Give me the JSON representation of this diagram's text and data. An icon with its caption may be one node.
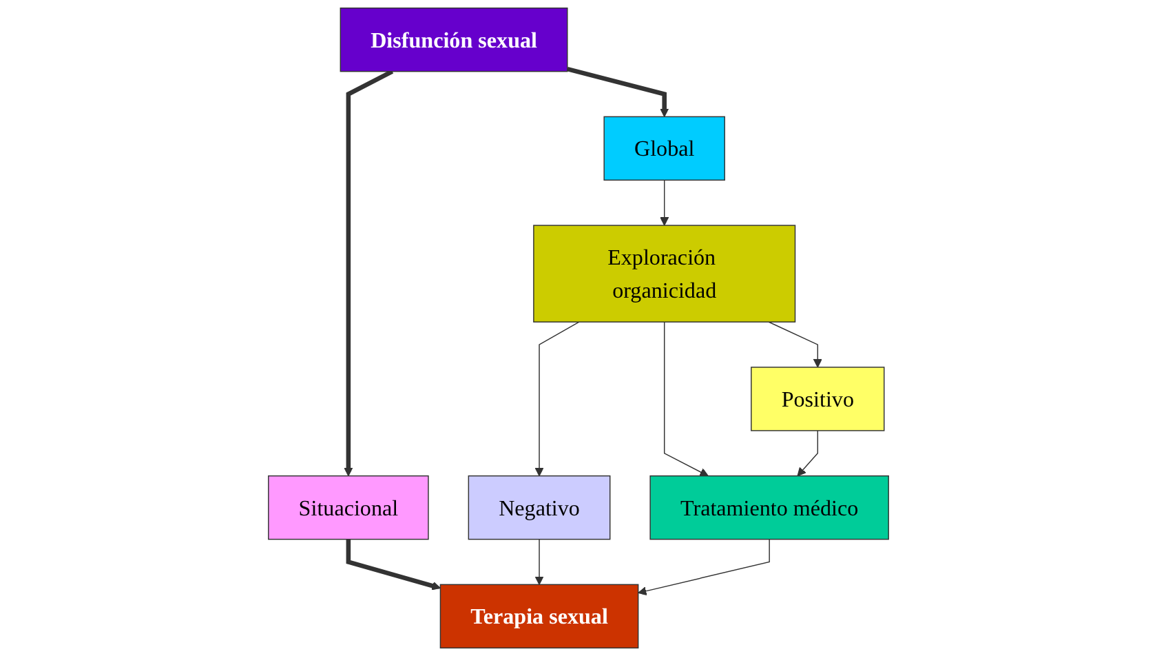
{
  "diagram": {
    "nodes": [
      {
        "text": [
          "Disfunción sexual"
        ]
      },
      {
        "text": [
          "Global"
        ]
      },
      {
        "text": [
          "Situacional"
        ]
      },
      {
        "text": [
          "Exploración organicidad"
        ]
      },
      {
        "text": [
          "Negativo"
        ]
      },
      {
        "text": [
          "Positivo"
        ]
      },
      {
        "text": [
          "Tratamiento médico"
        ]
      },
      {
        "text": [
          "Terapia sexual"
        ]
      }
    ],
    "edges": [
      {
        "from": 0,
        "to": 1,
        "arrow": "to",
        "style": "thick"
      },
      {
        "from": 0,
        "to": 2,
        "arrow": "to",
        "style": "thick"
      },
      {
        "from": 1,
        "to": 3,
        "arrow": "to"
      },
      {
        "from": 3,
        "to": 4,
        "arrow": "to"
      },
      {
        "from": 3,
        "to": 5,
        "arrow": "to"
      },
      {
        "from": 2,
        "to": 7,
        "arrow": "to",
        "style": "thick"
      },
      {
        "from": 4,
        "to": 7,
        "arrow": "to"
      },
      {
        "from": 3,
        "to": 6,
        "arrow": "to"
      },
      {
        "from": 5,
        "to": 6,
        "arrow": "to"
      },
      {
        "from": 6,
        "to": 7,
        "arrow": "to"
      }
    ]
  }
}
